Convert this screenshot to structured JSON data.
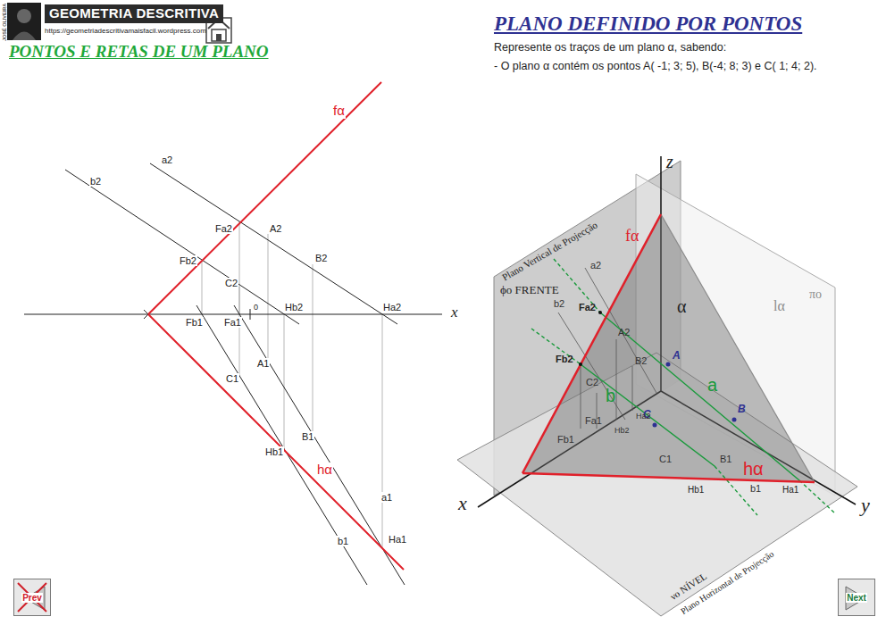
{
  "diagram": {
    "title": "PLANO DEFINIDO POR PONTOS",
    "nodes": [
      {
        "text": [
          "Prev"
        ]
      },
      {
        "text": [
          "Next"
        ]
      }
    ],
    "labels": [
      "JOSÉ OLIVEIRA",
      "GEOMETRIA DESCRITIVA",
      "https://geometriadescritivamaisfacil.wordpress.com",
      "PONTOS E RETAS DE UM PLANO",
      "Represente os traços de um plano α, sabendo:",
      "- O plano α contém os pontos A( -1; 3; 5), B(-4; 8; 3) e C( 1; 4; 2).",
      "fα",
      "a2",
      "b2",
      "Fa2",
      "A2",
      "Fb2",
      "B2",
      "C2",
      "Hb2",
      "Ha2",
      "x",
      "Fb1",
      "Fa1",
      "0",
      "A1",
      "C1",
      "B1",
      "Hb1",
      "hα",
      "a1",
      "Ha1",
      "b1",
      "z",
      "Plano Vertical de Projecção",
      "ϕo FRENTE",
      "fα",
      "α",
      "lα",
      "πo",
      "a2",
      "b2",
      "Fa2",
      "A2",
      "A",
      "B2",
      "Fb2",
      "a",
      "C2",
      "b",
      "B",
      "C",
      "Fa1",
      "Hb2",
      "Ha2",
      "Fb1",
      "C1",
      "B1",
      "Hb1",
      "b1",
      "hα",
      "Ha1",
      "x",
      "y",
      "νo NÍVEL",
      "Plano Horizontal de Projecção"
    ]
  }
}
